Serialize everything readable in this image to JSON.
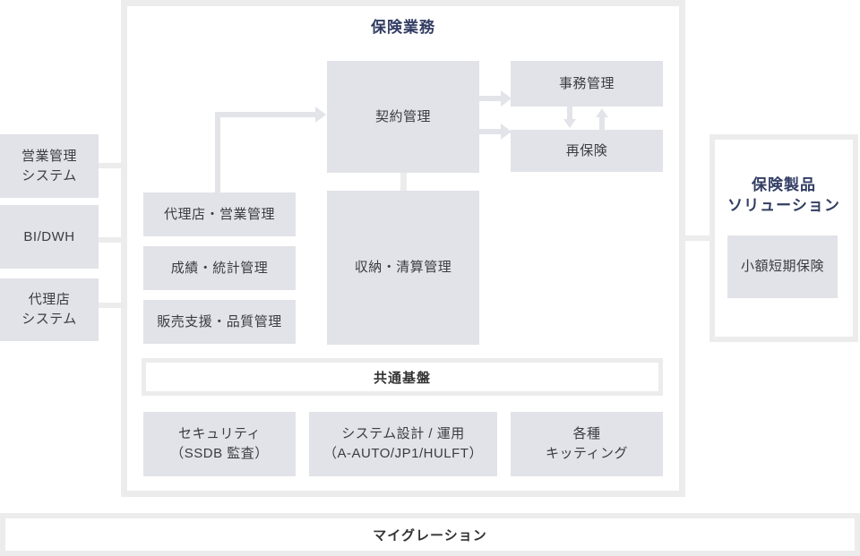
{
  "colors": {
    "box_fill": "#e2e3e8",
    "connector_line": "#ececec",
    "arrow": "#e3e4e9",
    "title_navy": "#323d63",
    "box_text": "#3b3c42",
    "dark_text": "#333333"
  },
  "left_systems": {
    "sales_mgmt": "営業管理\nシステム",
    "bi_dwh": "BI/DWH",
    "agency": "代理店\nシステム"
  },
  "main": {
    "title": "保険業務",
    "contract": "契約管理",
    "office_admin": "事務管理",
    "reinsurance": "再保険",
    "agency_sales": "代理店・営業管理",
    "performance": "成績・統計管理",
    "sales_support": "販売支援・品質管理",
    "collection": "収納・清算管理",
    "common_platform": "共通基盤",
    "security": "セキュリティ\n（SSDB 監査）",
    "system_design": "システム設計 / 運用\n（A-AUTO/JP1/HULFT）",
    "kitting": "各種\nキッティング"
  },
  "right_panel": {
    "title": "保険製品\nソリューション",
    "small_amount_insurance": "小額短期保険"
  },
  "migration": "マイグレーション"
}
